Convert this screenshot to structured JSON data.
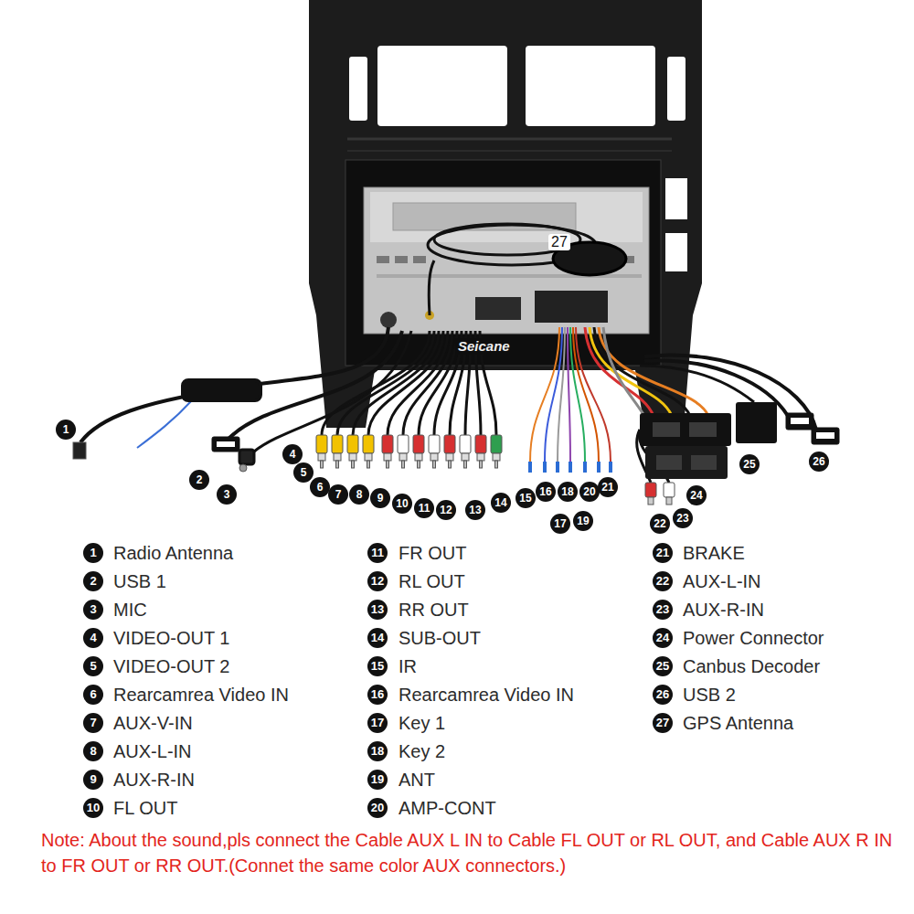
{
  "diagram": {
    "labels": [
      "1",
      "2",
      "3",
      "4",
      "5",
      "6",
      "7",
      "8",
      "9",
      "10",
      "11",
      "12",
      "13",
      "14",
      "15",
      "16",
      "17",
      "18",
      "19",
      "20",
      "21",
      "22",
      "23",
      "24",
      "25",
      "26",
      "27",
      "1",
      "Radio Antenna",
      "2",
      "USB 1",
      "3",
      "MIC",
      "4",
      "VIDEO-OUT 1",
      "5",
      "VIDEO-OUT 2",
      "6",
      "Rearcamrea Video IN",
      "7",
      "AUX-V-IN",
      "8",
      "AUX-L-IN",
      "9",
      "AUX-R-IN",
      "10",
      "FL OUT",
      "11",
      "FR OUT",
      "12",
      "RL OUT",
      "13",
      "RR OUT",
      "14",
      "SUB-OUT",
      "15",
      "IR",
      "16",
      "Rearcamrea Video IN",
      "17",
      "Key 1",
      "18",
      "Key 2",
      "19",
      "ANT",
      "20",
      "AMP-CONT",
      "21",
      "BRAKE",
      "22",
      "AUX-L-IN",
      "23",
      "AUX-R-IN",
      "24",
      "Power Connector",
      "25",
      "Canbus Decoder",
      "26",
      "USB 2",
      "27",
      "GPS Antenna",
      "Note: About the sound,pls connect the Cable AUX L IN to Cable FL OUT or RL OUT, and Cable AUX R IN to FR OUT or RR OUT.(Connet the same color AUX connectors.)",
      "Seicane"
    ]
  }
}
